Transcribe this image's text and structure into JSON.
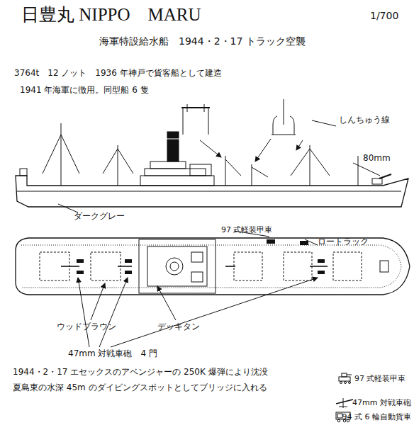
{
  "diagram": {
    "title": "日豊丸 NIPPO　MARU",
    "labels": [
      "1/700",
      "海軍特設給水船　1944・2・17 トラック空襲",
      "3764t　12 ノット　1936 年神戸で貨客船として建造",
      "1941 年海軍に徴用。同型船 6 隻",
      "しんちゅう線",
      "80mm",
      "ダークグレー",
      "97 式軽装甲車",
      "ロートラック",
      "ウッドブラウン",
      "デッキタン",
      "47mm 対戦車砲　4 門",
      "1944・2・17 エセックスのアベンジャーの 250K 爆弾により沈没",
      "夏島東の水深 45m のダイビングスポットとしてブリッジに入れる"
    ],
    "legend": [
      {
        "text": "97 式軽装甲車"
      },
      {
        "text": "47mm 対戦車砲"
      },
      {
        "text": "94 式 6 輪自動貨車"
      }
    ]
  }
}
